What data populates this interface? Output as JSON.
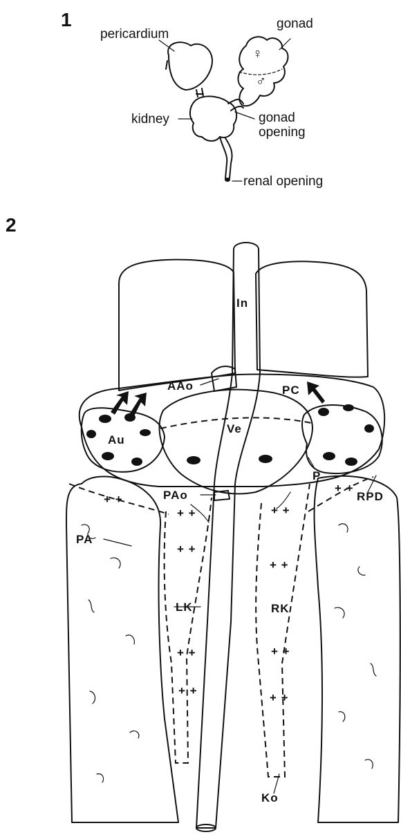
{
  "figure1": {
    "number": "1",
    "labels": {
      "pericardium": "pericardium",
      "gonad": "gonad",
      "kidney": "kidney",
      "gonad_opening_line1": "gonad",
      "gonad_opening_line2": "opening",
      "renal_opening": "renal opening"
    },
    "symbols": {
      "female": "♀",
      "male": "♂"
    }
  },
  "figure2": {
    "number": "2",
    "labels": {
      "In": "In",
      "AAo": "AAo",
      "PC": "PC",
      "Au": "Au",
      "Ve": "Ve",
      "P": "P",
      "PAo": "PAo",
      "RPD": "RPD",
      "PA": "PA",
      "LK": "LK",
      "RK": "RK",
      "Ko": "Ko"
    },
    "plus_marks": "+ +"
  }
}
